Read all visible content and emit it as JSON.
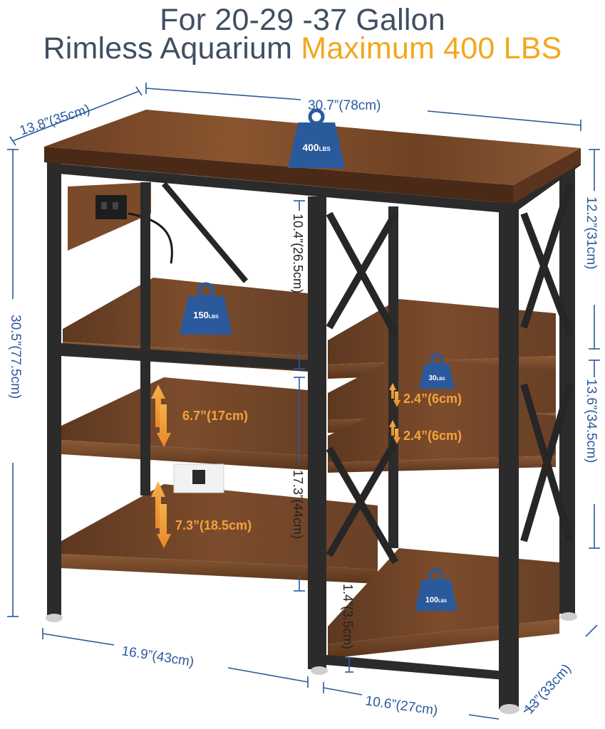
{
  "headline": {
    "line1": "For 20-29 -37 Gallon",
    "line2_main": "Rimless Aquarium",
    "line2_accent": "Maximum 400 LBS"
  },
  "colors": {
    "title": "#3f4f63",
    "accent": "#f2a81d",
    "dimension": "#2a5a9c",
    "weight_badge": "#2a5a9c",
    "wood": "#7a4a2a",
    "frame": "#2b2b2b"
  },
  "dimensions": {
    "top_depth": "13.8”(35cm)",
    "top_width": "30.7”(78cm)",
    "total_height": "30.5”(77.5cm)",
    "right_upper_height": "12.2”(31cm)",
    "right_lower_height": "13.6”(34.5cm)",
    "center_upper_gap": "10.4”(26.5cm)",
    "center_lower_gap": "17.3”(44cm)",
    "bottom_clearance": "1.4”(3.5cm)",
    "left_width": "16.9”(43cm)",
    "right_width": "10.6”(27cm)",
    "right_depth": "13”(33cm)",
    "left_shelf_gap_upper": "6.7”(17cm)",
    "left_shelf_gap_lower": "7.3”(18.5cm)",
    "right_shelf_gap_upper": "2.4”(6cm)",
    "right_shelf_gap_lower": "2.4”(6cm)"
  },
  "weights": {
    "top": {
      "value": "400",
      "unit": "LBS"
    },
    "left_shelf": {
      "value": "150",
      "unit": "LBS"
    },
    "right_mid": {
      "value": "30",
      "unit": "LBS"
    },
    "right_bottom": {
      "value": "100",
      "unit": "LBS"
    }
  }
}
